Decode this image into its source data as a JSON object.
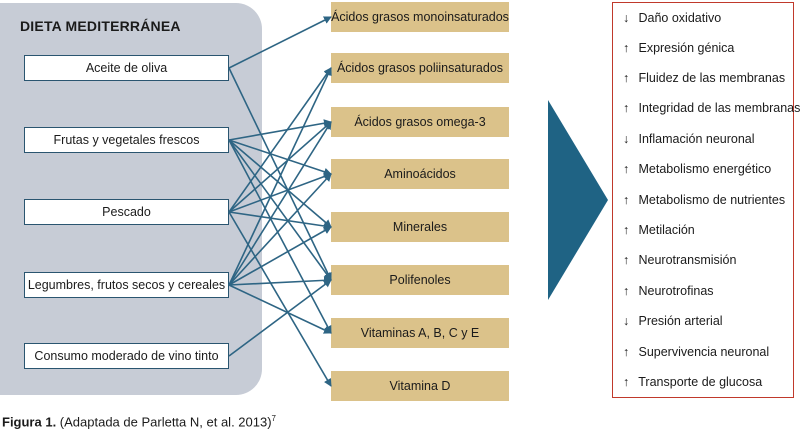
{
  "diet": {
    "title": "DIETA MEDITERRÁNEA",
    "foods": [
      "Aceite de oliva",
      "Frutas y vegetales frescos",
      "Pescado",
      "Legumbres, frutos secos y cereales",
      "Consumo moderado de vino tinto"
    ]
  },
  "nutrients": [
    "Ácidos grasos monoinsaturados",
    "Ácidos grasos poliinsaturados",
    "Ácidos grasos omega-3",
    "Aminoácidos",
    "Minerales",
    "Polifenoles",
    "Vitaminas  A, B, C y E",
    "Vitamina D"
  ],
  "links": [
    [
      0,
      0
    ],
    [
      0,
      5
    ],
    [
      1,
      2
    ],
    [
      1,
      3
    ],
    [
      1,
      4
    ],
    [
      1,
      5
    ],
    [
      1,
      6
    ],
    [
      2,
      1
    ],
    [
      2,
      2
    ],
    [
      2,
      3
    ],
    [
      2,
      4
    ],
    [
      2,
      7
    ],
    [
      3,
      1
    ],
    [
      3,
      2
    ],
    [
      3,
      3
    ],
    [
      3,
      4
    ],
    [
      3,
      5
    ],
    [
      3,
      6
    ],
    [
      4,
      5
    ]
  ],
  "effects": [
    {
      "arrow": "↓",
      "text": "Daño oxidativo"
    },
    {
      "arrow": "↑",
      "text": "Expresión génica"
    },
    {
      "arrow": "↑",
      "text": "Fluidez de las membranas"
    },
    {
      "arrow": "↑",
      "text": "Integridad de las membranas"
    },
    {
      "arrow": "↓",
      "text": "Inflamación neuronal"
    },
    {
      "arrow": "↑",
      "text": "Metabolismo energético"
    },
    {
      "arrow": "↑",
      "text": "Metabolismo de nutrientes"
    },
    {
      "arrow": "↑",
      "text": "Metilación"
    },
    {
      "arrow": "↑",
      "text": "Neurotransmisión"
    },
    {
      "arrow": "↑",
      "text": "Neurotrofinas"
    },
    {
      "arrow": "↓",
      "text": "Presión arterial"
    },
    {
      "arrow": "↑",
      "text": "Supervivencia neuronal"
    },
    {
      "arrow": "↑",
      "text": "Transporte de glucosa"
    }
  ],
  "caption": {
    "label": "Figura 1.",
    "text": " (Adaptada de Parletta N, et al. 2013)",
    "ref": "7"
  },
  "colors": {
    "connector": "#2e6584",
    "big_arrow": "#1f6384",
    "panel": "#c7ccd6",
    "nutrient": "#dbc28a",
    "effects_border": "#c0392b"
  }
}
